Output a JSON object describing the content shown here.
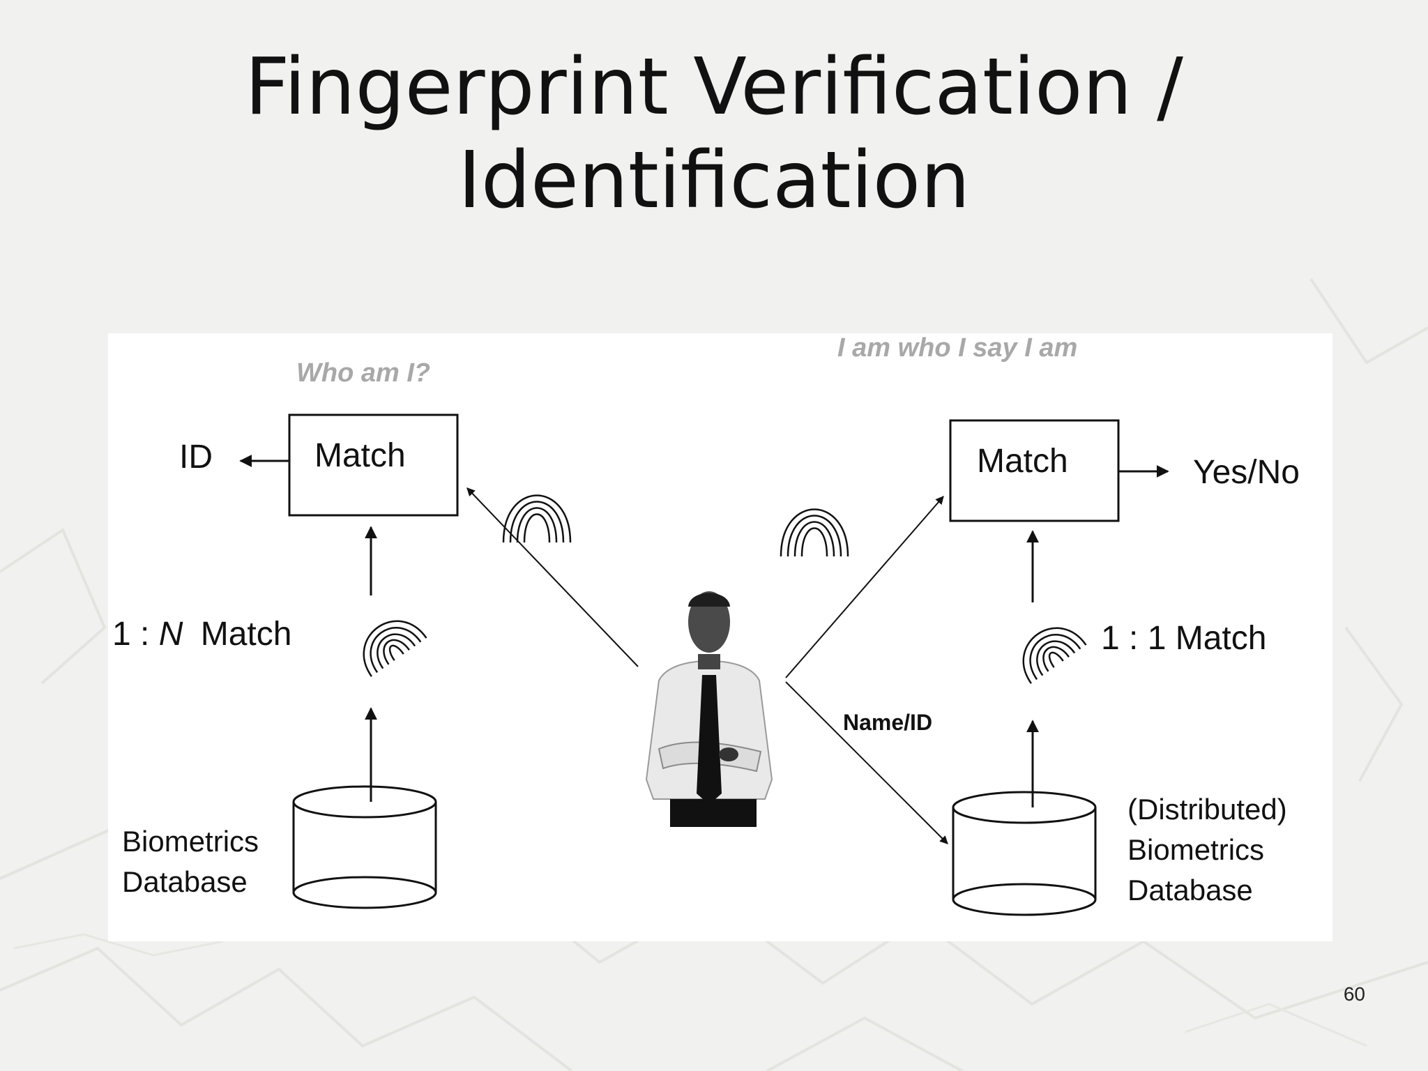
{
  "slide": {
    "title_line1": "Fingerprint Verification /",
    "title_line2": "Identification",
    "page_number": "60"
  },
  "diagram": {
    "identification": {
      "question": "Who am I?",
      "match_label": "Match",
      "output_label": "ID",
      "mode_prefix": "1 :",
      "mode_n": "N",
      "mode_suffix": "Match",
      "db_line1": "Biometrics",
      "db_line2": "Database"
    },
    "verification": {
      "claim": "I am who I say I am",
      "match_label": "Match",
      "output_label": "Yes/No",
      "mode_label": "1 : 1 Match",
      "claim_input_label": "Name/ID",
      "db_line1": "(Distributed)",
      "db_line2": "Biometrics",
      "db_line3": "Database"
    }
  }
}
